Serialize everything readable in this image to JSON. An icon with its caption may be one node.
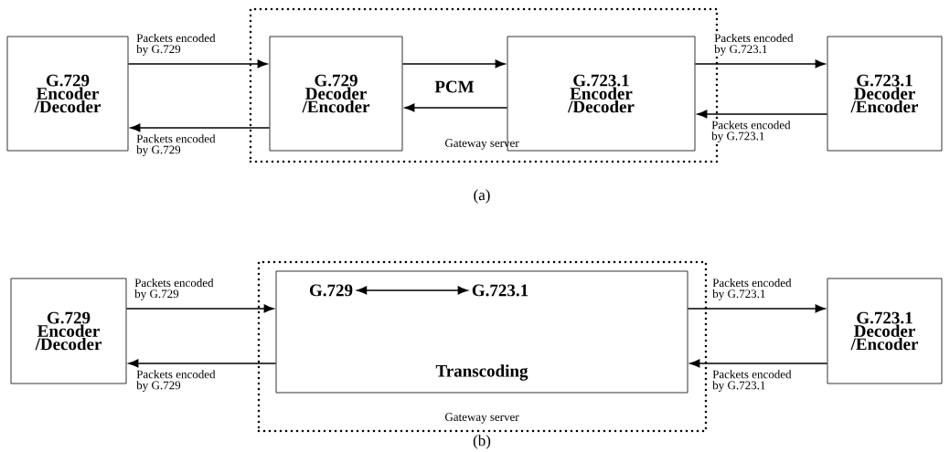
{
  "diagram": {
    "nodes": [
      {
        "text": [
          "Gateway server"
        ]
      },
      {
        "text": [
          "G.729 Encoder /Decoder"
        ]
      },
      {
        "text": [
          "G.729 Decoder /Encoder"
        ],
        "in": 0
      },
      {
        "text": [
          "G.723.1 Encoder /Decoder"
        ],
        "in": 0
      },
      {
        "text": [
          "G.723.1 Decoder /Encoder"
        ]
      },
      {
        "text": [
          "Gateway server"
        ]
      },
      {
        "text": [
          "G.729 Encoder /Decoder"
        ]
      },
      {
        "text": [
          "Transcoding"
        ],
        "in": 5
      },
      {
        "text": [
          "G.729"
        ],
        "in": 7
      },
      {
        "text": [
          "G.723.1"
        ],
        "in": 7
      },
      {
        "text": [
          "G.723.1 Decoder /Encoder"
        ]
      }
    ],
    "edges": [
      {
        "from": 1,
        "to": 2,
        "arrow": "to",
        "label": "Packets encoded by G.729"
      },
      {
        "from": 2,
        "to": 1,
        "arrow": "to",
        "label": "Packets encoded by G.729"
      },
      {
        "from": 2,
        "to": 3,
        "arrow": "to",
        "label": "PCM"
      },
      {
        "from": 3,
        "to": 2,
        "arrow": "to"
      },
      {
        "from": 3,
        "to": 4,
        "arrow": "to",
        "label": "Packets encoded by G.723.1"
      },
      {
        "from": 4,
        "to": 3,
        "arrow": "to",
        "label": "Packets encoded by G.723.1"
      },
      {
        "from": 8,
        "to": 9,
        "arrow": "both"
      },
      {
        "from": 6,
        "to": 7,
        "arrow": "to",
        "label": "Packets encoded by G.729"
      },
      {
        "from": 7,
        "to": 6,
        "arrow": "to",
        "label": "Packets encoded by G.729"
      },
      {
        "from": 7,
        "to": 10,
        "arrow": "to",
        "label": "Packets encoded by G.723.1"
      },
      {
        "from": 10,
        "to": 7,
        "arrow": "to",
        "label": "Packets encoded by G.723.1"
      }
    ],
    "labels": [
      "(a)",
      "(b)"
    ]
  }
}
